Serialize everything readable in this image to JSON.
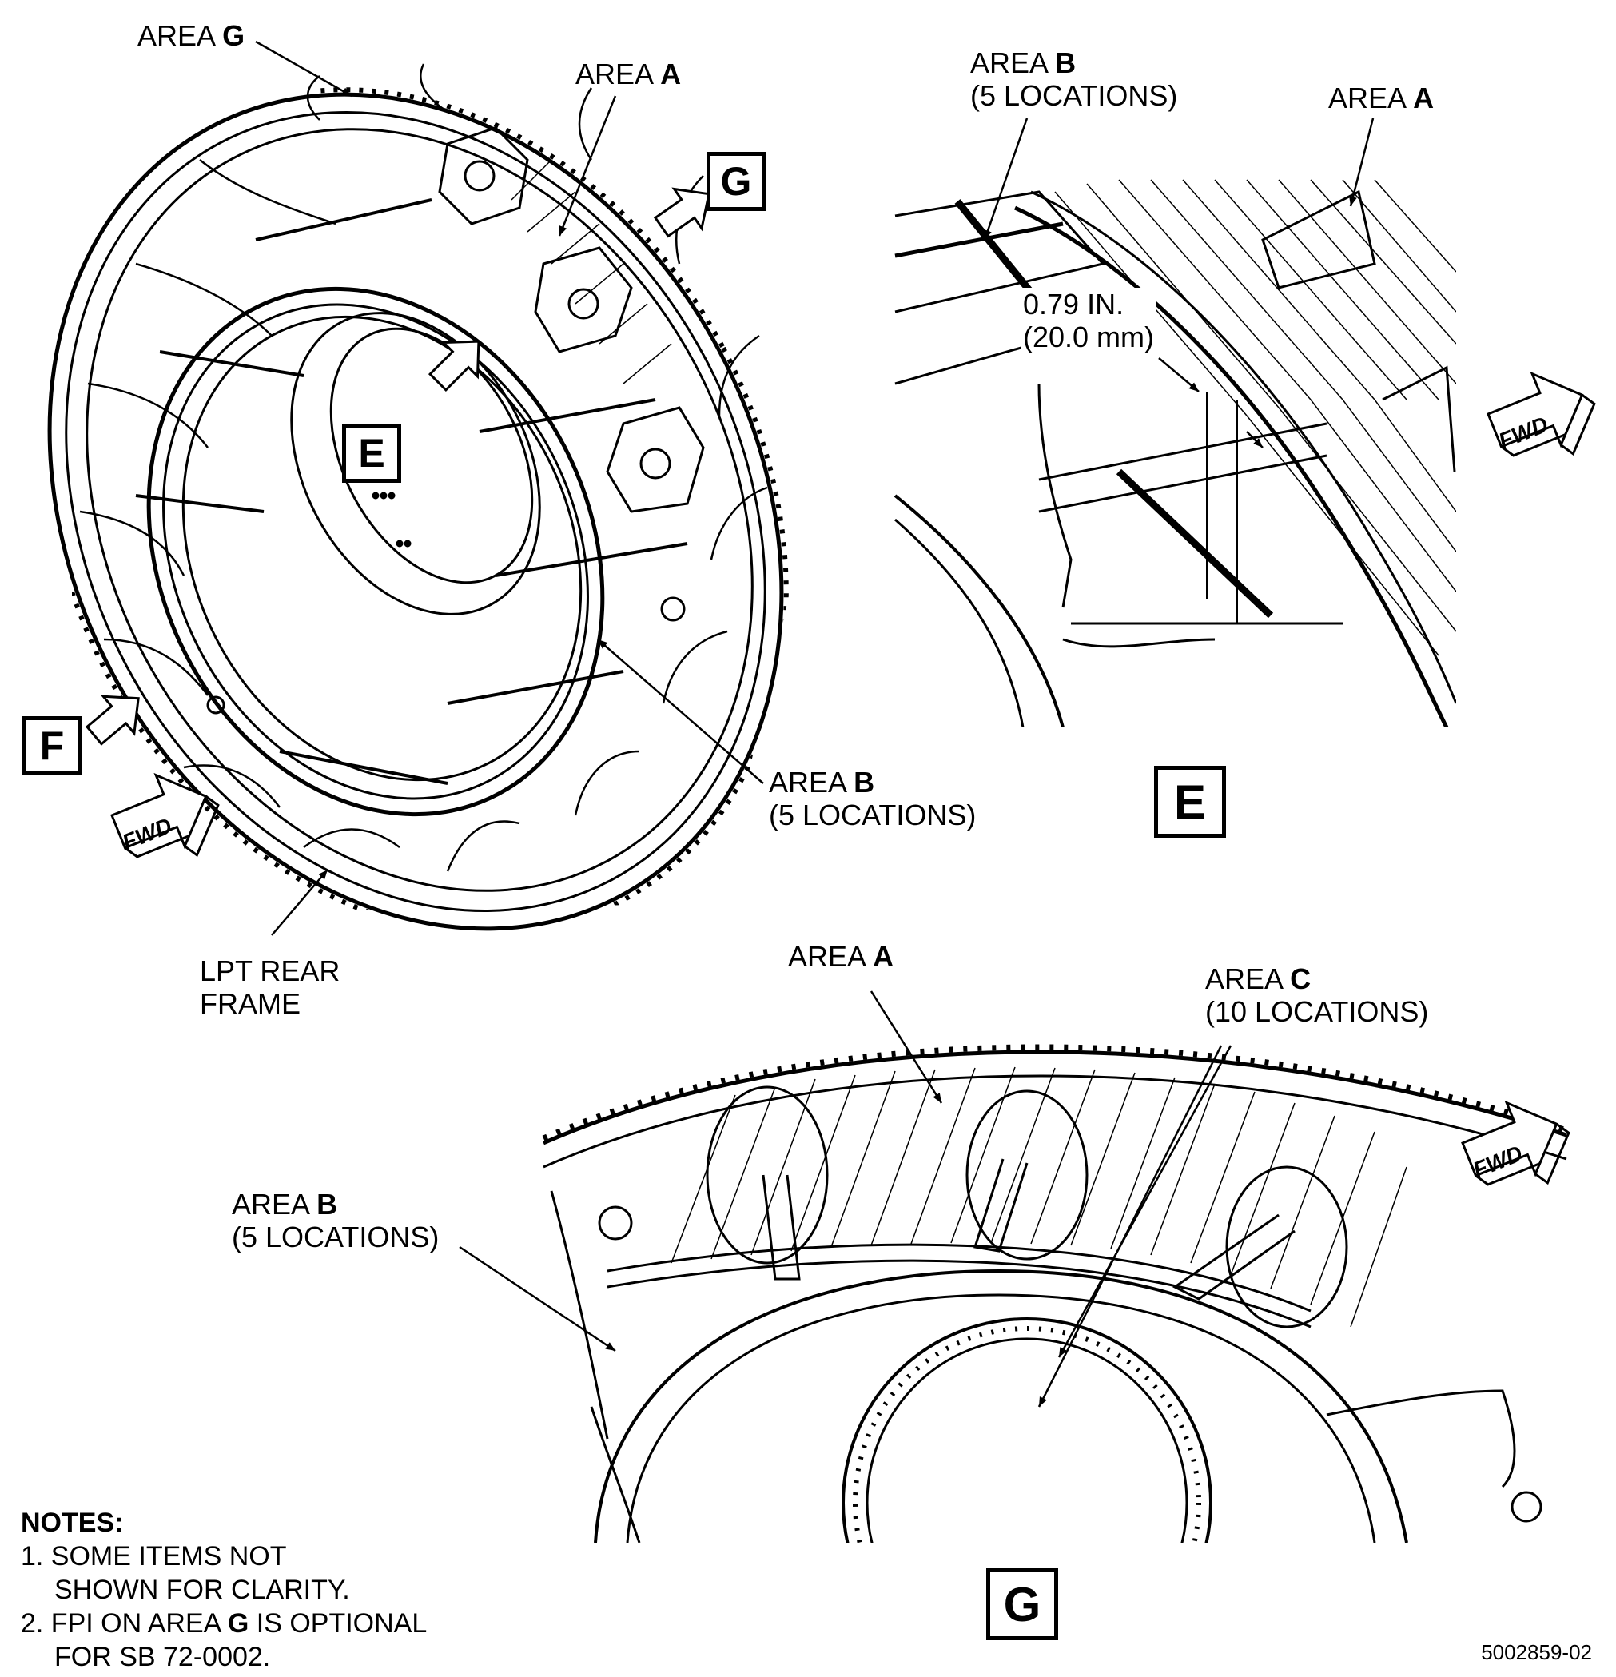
{
  "labels": {
    "area_word": "AREA",
    "g": "G",
    "a": "A",
    "b": "B",
    "c": "C",
    "e": "E",
    "f": "F",
    "b_locations": "(5 LOCATIONS)",
    "c_locations": "(10 LOCATIONS)",
    "lpt_line1": "LPT REAR",
    "lpt_line2": "FRAME",
    "dim_in": "0.79 IN.",
    "dim_mm": "(20.0 mm)",
    "fwd": "FWD"
  },
  "view_labels": {
    "e": "E",
    "g": "G",
    "f": "F"
  },
  "notes": {
    "title": "NOTES:",
    "n1_line1": "1. SOME ITEMS NOT",
    "n1_line2": "SHOWN FOR CLARITY.",
    "n2_pre": "2. FPI ON AREA ",
    "n2_bold": "G",
    "n2_post": " IS OPTIONAL",
    "n2_line2": "FOR SB 72-0002."
  },
  "document_number": "5002859-02"
}
